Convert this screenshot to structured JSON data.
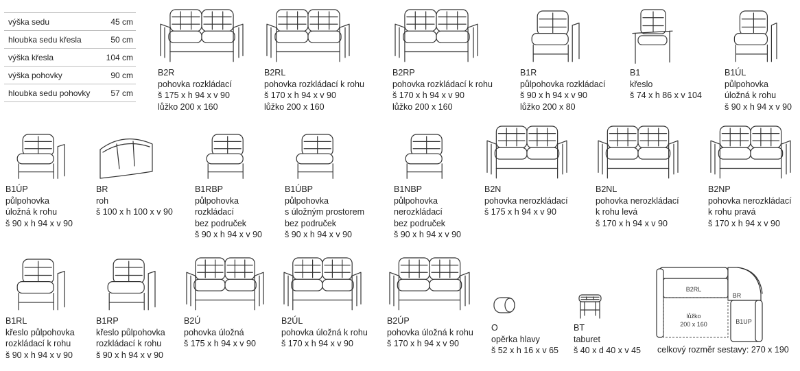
{
  "dimensions_table": [
    {
      "label": "výška sedu",
      "value": "45 cm"
    },
    {
      "label": "hloubka sedu křesla",
      "value": "50 cm"
    },
    {
      "label": "výška křesla",
      "value": "104 cm"
    },
    {
      "label": "výška pohovky",
      "value": "90 cm"
    },
    {
      "label": "hloubka sedu pohovky",
      "value": "57 cm"
    }
  ],
  "items": [
    {
      "code": "B2R",
      "lines": [
        "pohovka rozkládací",
        "š 175 x h 94 x v 90",
        "lůžko 200 x 160"
      ]
    },
    {
      "code": "B2RL",
      "lines": [
        "pohovka rozkládací k rohu",
        "š 170 x h 94 x v 90",
        "lůžko 200 x 160"
      ]
    },
    {
      "code": "B2RP",
      "lines": [
        "pohovka rozkládací k rohu",
        "š 170 x h 94 x v 90",
        "lůžko 200 x 160"
      ]
    },
    {
      "code": "B1R",
      "lines": [
        "půlpohovka rozkládací",
        "š 90 x h 94 x v 90",
        "lůžko 200 x 80"
      ]
    },
    {
      "code": "B1",
      "lines": [
        "křeslo",
        "š 74 x h 86 x v 104"
      ]
    },
    {
      "code": "B1ÚL",
      "lines": [
        "půlpohovka",
        "úložná k rohu",
        "š 90 x h 94 x v 90"
      ]
    },
    {
      "code": "B1ÚP",
      "lines": [
        "půlpohovka",
        "úložná k rohu",
        "š 90 x h 94 x v 90"
      ]
    },
    {
      "code": "BR",
      "lines": [
        "roh",
        "š 100 x h 100 x v 90"
      ]
    },
    {
      "code": "B1RBP",
      "lines": [
        "půlpohovka",
        "rozkládací",
        "bez područek",
        "š 90 x h 94 x v 90"
      ]
    },
    {
      "code": "B1ÚBP",
      "lines": [
        "půlpohovka",
        "s úložným prostorem",
        "bez područek",
        "š 90 x h 94 x v 90"
      ]
    },
    {
      "code": "B1NBP",
      "lines": [
        "půlpohovka",
        "nerozkládací",
        "bez područek",
        "š 90 x h 94 x v 90"
      ]
    },
    {
      "code": "B2N",
      "lines": [
        "pohovka nerozkládací",
        "š 175 x h 94 x v 90"
      ]
    },
    {
      "code": "B2NL",
      "lines": [
        "pohovka nerozkládací",
        "k rohu levá",
        "š 170 x h 94 x v 90"
      ]
    },
    {
      "code": "B2NP",
      "lines": [
        "pohovka nerozkládací",
        "k rohu pravá",
        "š 170 x h 94 x v 90"
      ]
    },
    {
      "code": "B1RL",
      "lines": [
        "křeslo půlpohovka",
        "rozkládací k rohu",
        "š 90 x h 94 x v 90"
      ]
    },
    {
      "code": "B1RP",
      "lines": [
        "křeslo půlpohovka",
        "rozkládací k rohu",
        "š 90 x h 94 x v 90"
      ]
    },
    {
      "code": "B2Ú",
      "lines": [
        "pohovka úložná",
        "š 175 x h 94 x v 90"
      ]
    },
    {
      "code": "B2ÚL",
      "lines": [
        "pohovka úložná k rohu",
        "š 170 x h 94 x v 90"
      ]
    },
    {
      "code": "B2ÚP",
      "lines": [
        "pohovka úložná k rohu",
        "š 170 x h 94 x v 90"
      ]
    },
    {
      "code": "O",
      "lines": [
        "opěrka hlavy",
        "š 52 x h 16 x v 65"
      ]
    },
    {
      "code": "BT",
      "lines": [
        "taburet",
        "š 40 x d 40 x v 45"
      ]
    }
  ],
  "layout_plan": {
    "b2rl_label": "B2RL",
    "br_label": "BR",
    "b1up_label": "B1UP",
    "bed_label": "lůžko",
    "bed_size": "200 x 160",
    "total": "celkový rozměr sestavy: 270 x 190"
  }
}
